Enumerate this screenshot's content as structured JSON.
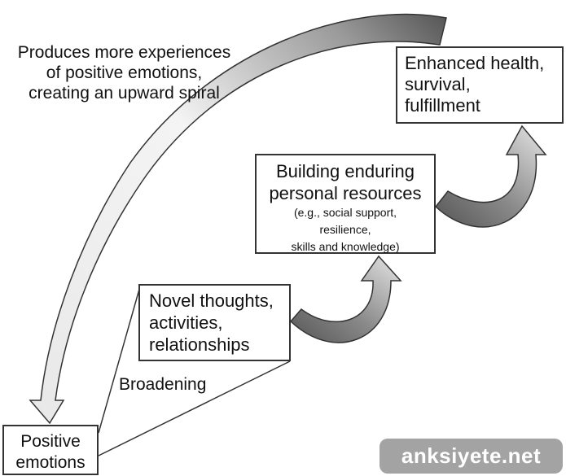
{
  "boxes": {
    "health": {
      "lines": [
        "Enhanced health,",
        "survival,",
        "fulfillment"
      ]
    },
    "resources": {
      "title_lines": [
        "Building enduring",
        "personal resources"
      ],
      "example_lines": [
        "(e.g., social support,",
        "resilience,",
        "skills and knowledge)"
      ]
    },
    "novel": {
      "lines": [
        "Novel thoughts,",
        "activities,",
        "relationships"
      ]
    },
    "positive": {
      "lines": [
        "Positive",
        "emotions"
      ]
    }
  },
  "labels": {
    "spiral": [
      "Produces more experiences",
      "of positive emotions,",
      "creating an upward spiral"
    ],
    "broadening": "Broadening"
  },
  "watermark": "anksiyete.net",
  "colors": {
    "arrow_dark": "#555555",
    "arrow_light": "#d8d8d8",
    "border": "#333333",
    "watermark_bg": "#a3a3a3"
  }
}
